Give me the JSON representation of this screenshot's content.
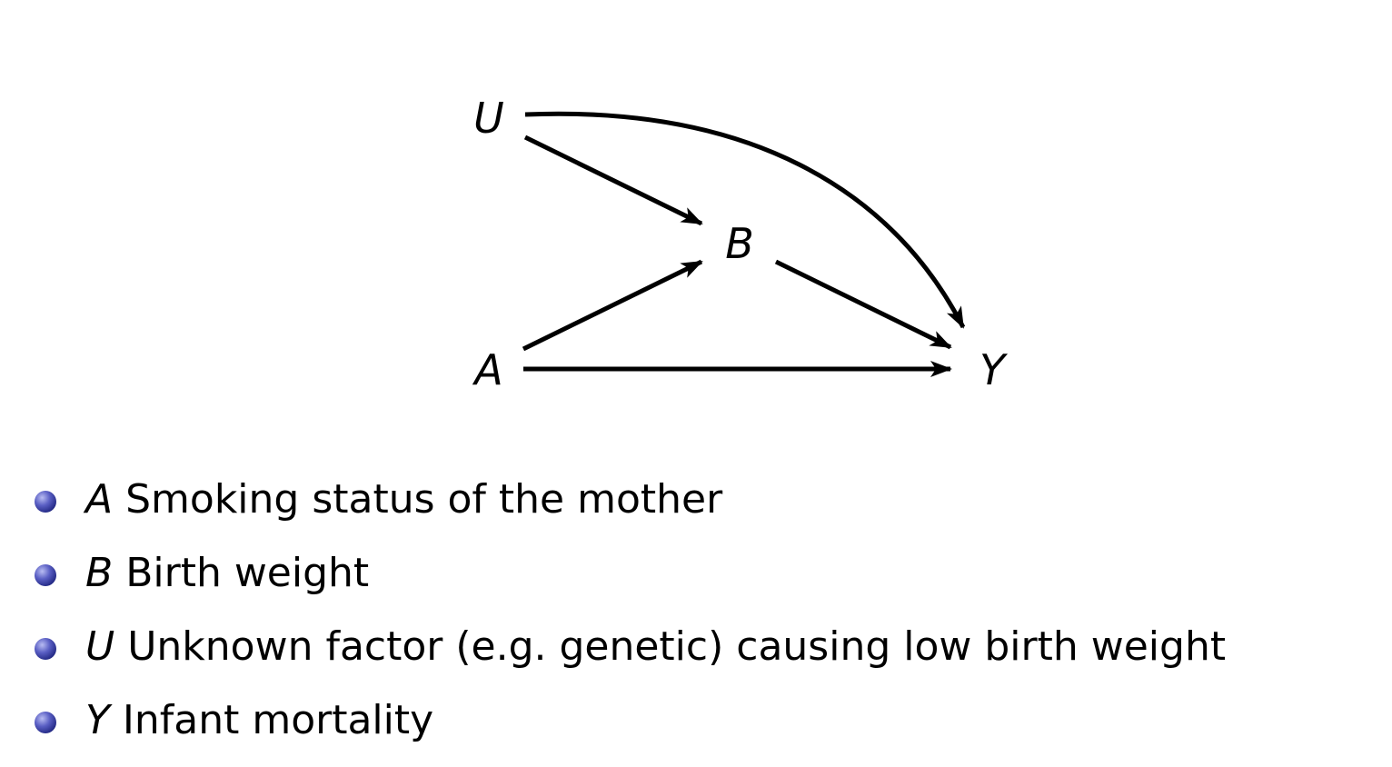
{
  "diagram": {
    "nodes": [
      {
        "id": "U",
        "label": "U"
      },
      {
        "id": "B",
        "label": "B"
      },
      {
        "id": "A",
        "label": "A"
      },
      {
        "id": "Y",
        "label": "Y"
      }
    ],
    "edges": [
      {
        "from": "U",
        "to": "B"
      },
      {
        "from": "U",
        "to": "Y"
      },
      {
        "from": "A",
        "to": "B"
      },
      {
        "from": "A",
        "to": "Y"
      },
      {
        "from": "B",
        "to": "Y"
      }
    ]
  },
  "legend": {
    "items": [
      {
        "symbol": "A",
        "text": "Smoking status of the mother"
      },
      {
        "symbol": "B",
        "text": "Birth weight"
      },
      {
        "symbol": "U",
        "text": "Unknown factor (e.g. genetic) causing low birth weight"
      },
      {
        "symbol": "Y",
        "text": "Infant mortality"
      }
    ]
  },
  "colors": {
    "ink": "#000000",
    "bullet": "#2a3192",
    "background": "#ffffff"
  }
}
